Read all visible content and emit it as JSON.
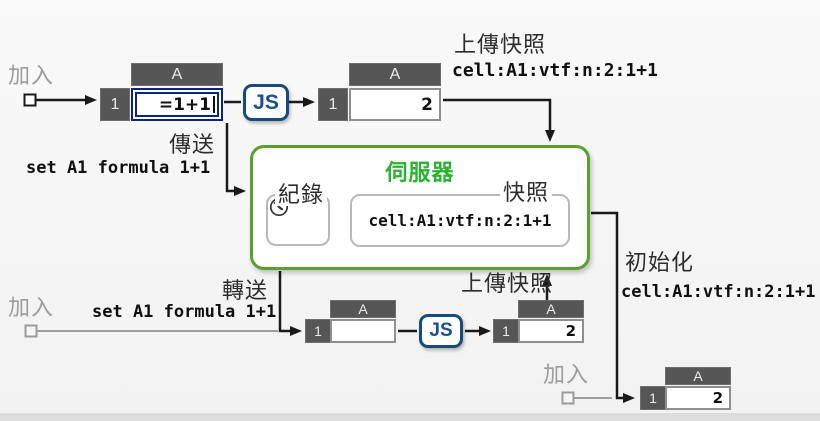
{
  "labels": {
    "join": "加入",
    "send": "傳送",
    "forward": "轉送",
    "upload_snapshot": "上傳快照",
    "initialize": "初始化"
  },
  "server": {
    "title": "伺服器",
    "log_label": "紀錄",
    "snapshot_label": "快照",
    "snapshot_value": "cell:A1:vtf:n:2:1+1"
  },
  "messages": {
    "set_formula": "set A1 formula 1+1",
    "snapshot": "cell:A1:vtf:n:2:1+1"
  },
  "js": {
    "label": "JS"
  },
  "sheet": {
    "column": "A",
    "row": "1"
  },
  "cells": {
    "editing": "=1+1",
    "result": "2",
    "empty": ""
  },
  "icons": [
    "clock-icon",
    "client-square-icon",
    "arrowhead-icon",
    "text-caret"
  ],
  "colors": {
    "server_border": "#5b9f30",
    "server_title_green": "#2db135",
    "selection_blue": "#0b2383",
    "js_navy": "#1a4a7c",
    "sheet_header_gray": "#565656",
    "join_gray": "#9c9c9c",
    "line_black": "#1a1a1a"
  }
}
